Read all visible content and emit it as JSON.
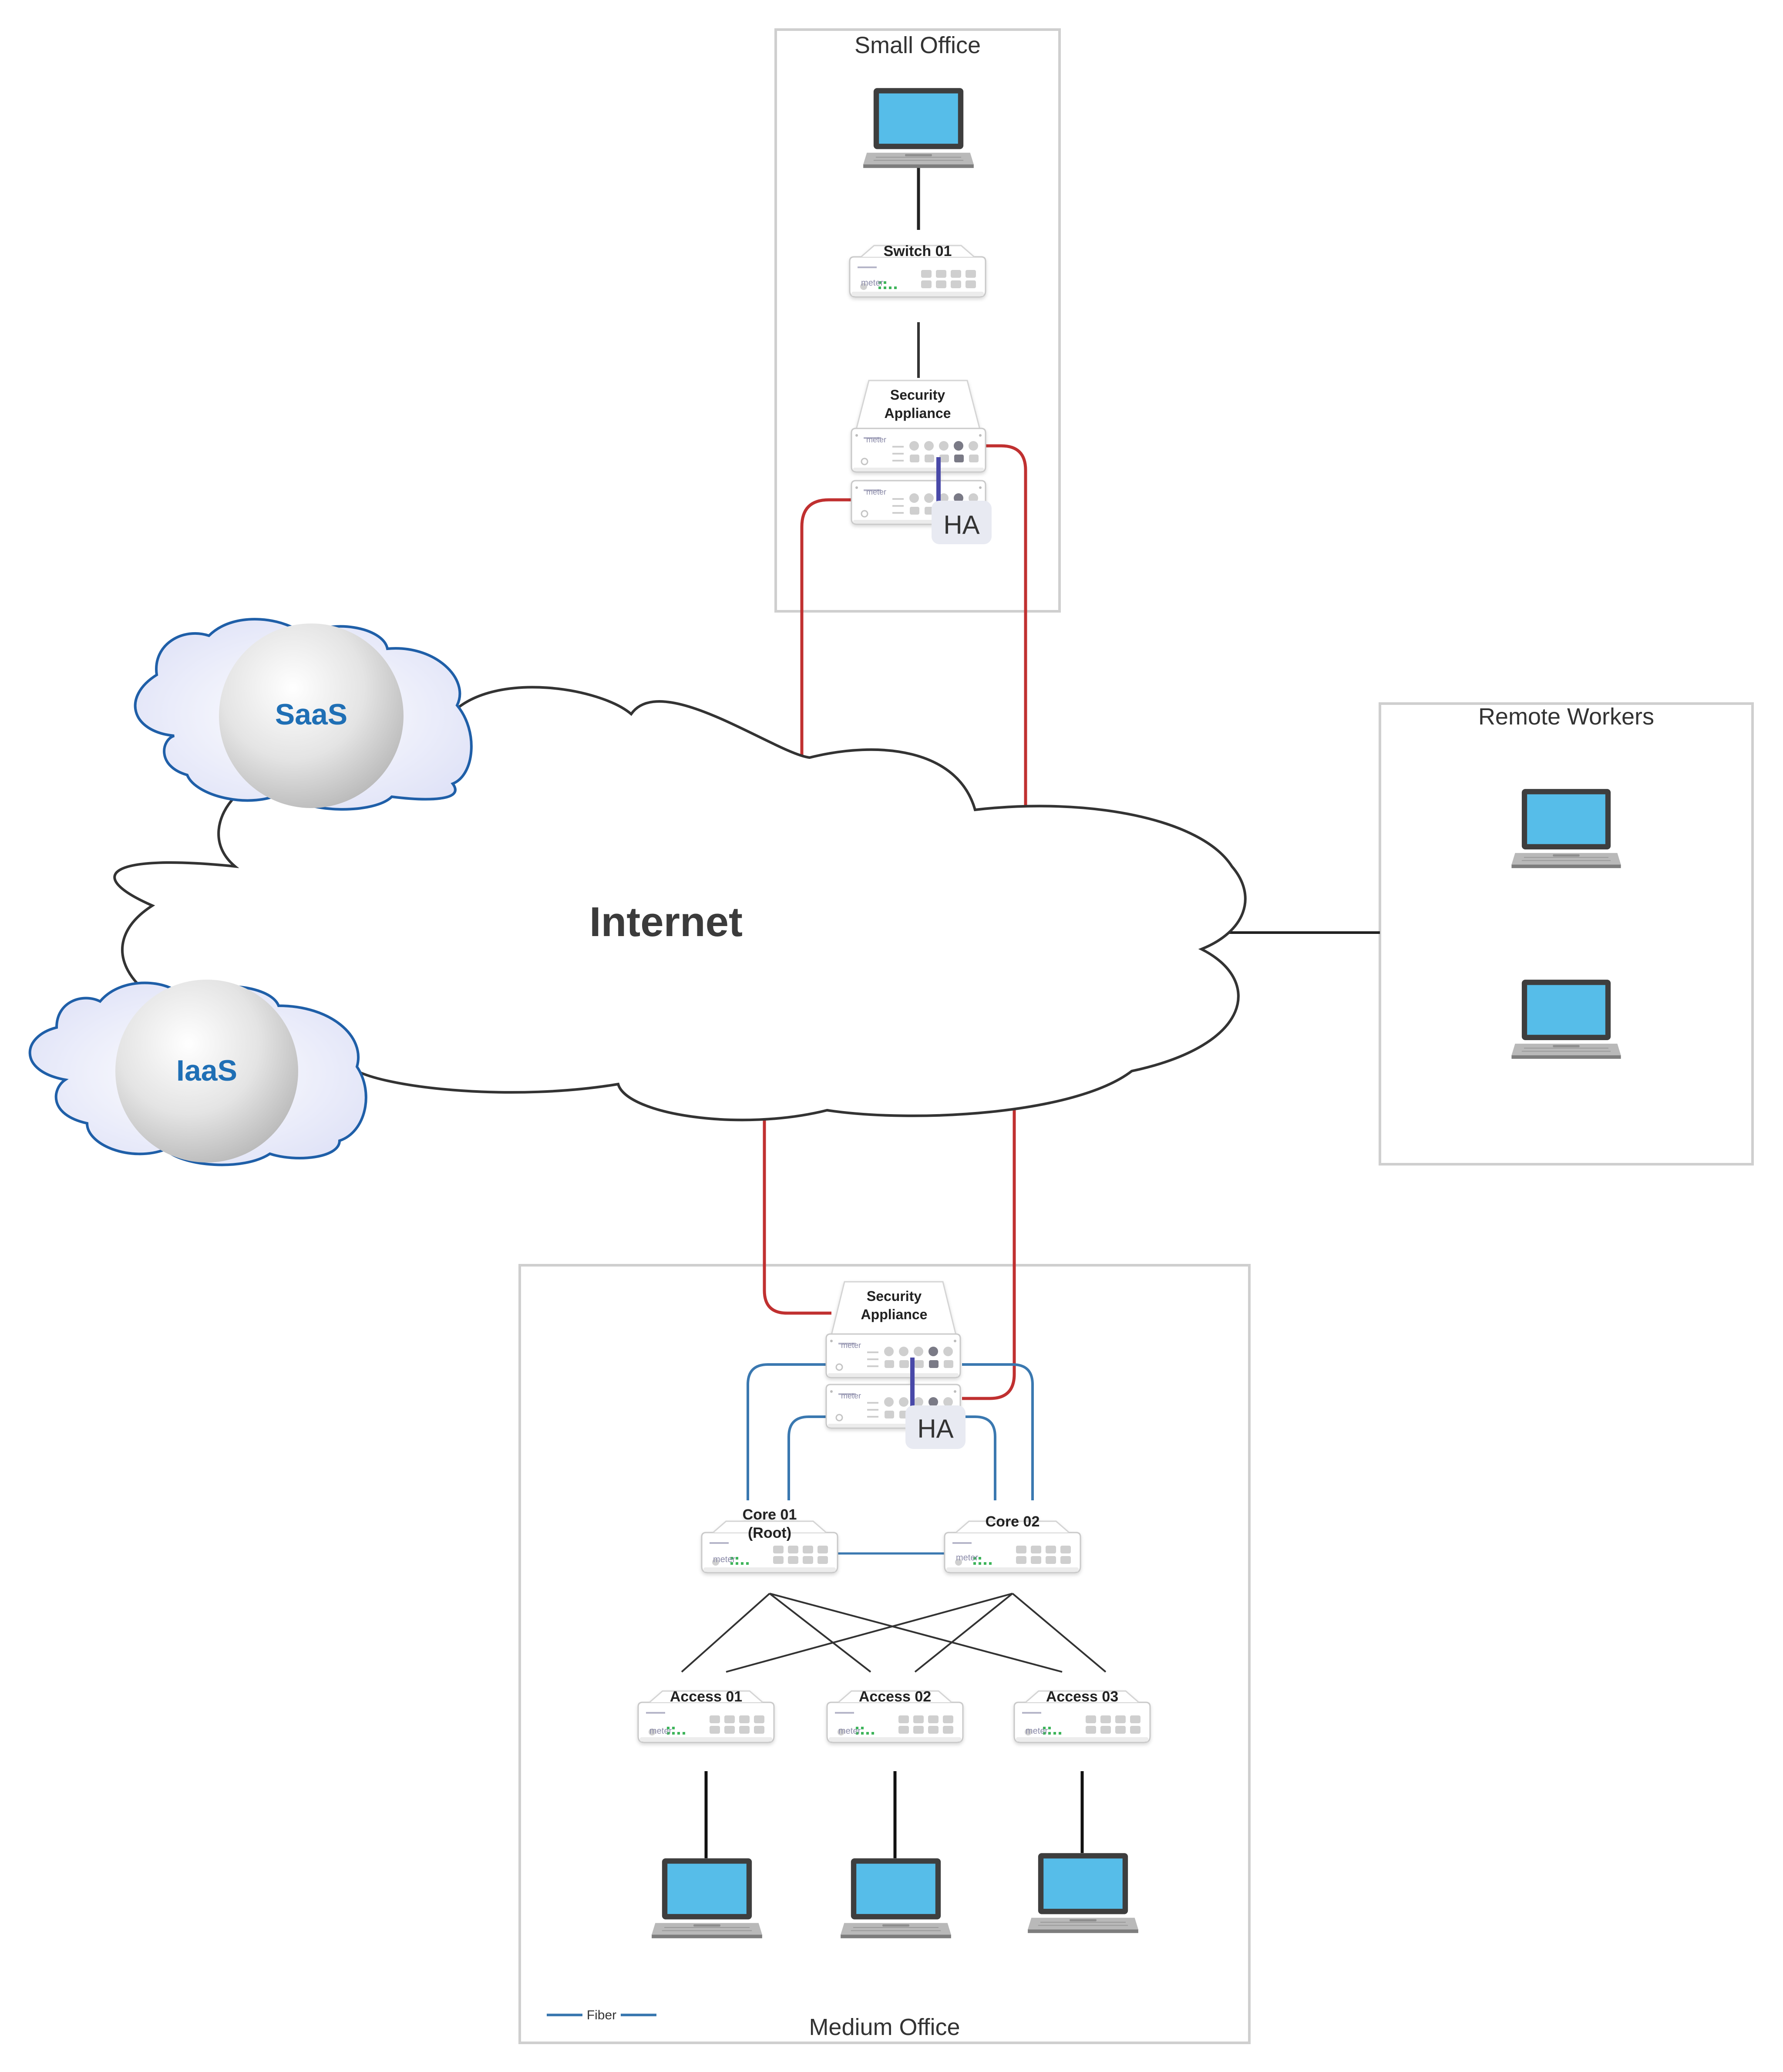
{
  "title_small_office": "Small Office",
  "title_remote_workers": "Remote Workers",
  "title_medium_office": "Medium Office",
  "internet_label": "Internet",
  "saas_label": "SaaS",
  "iaas_label": "IaaS",
  "ha_label": "HA",
  "fiber_label": "Fiber",
  "brand_label": "meter",
  "devices": {
    "switch01": "Switch 01",
    "security_appliance_line1": "Security",
    "security_appliance_line2": "Appliance",
    "core01_line1": "Core 01",
    "core01_line2": "(Root)",
    "core02": "Core 02",
    "access01": "Access 01",
    "access02": "Access 02",
    "access03": "Access 03"
  },
  "colors": {
    "wan_link": "#c03030",
    "fiber_link": "#3a78b0",
    "ha_link": "#4a4aa8",
    "ethernet_link": "#222222",
    "cloud_blue": "#1f5fa8",
    "label_blue": "#1f6fb5",
    "text_dark": "#333333"
  }
}
